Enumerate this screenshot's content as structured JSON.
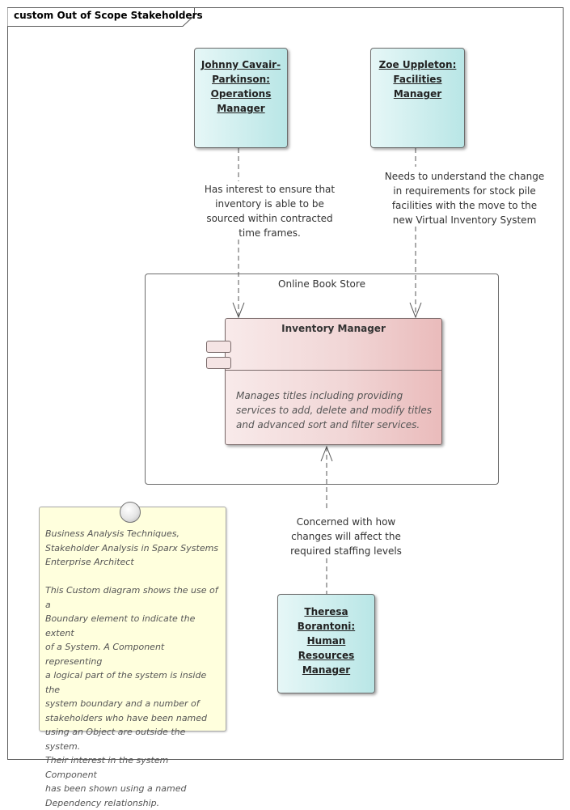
{
  "diagram": {
    "title": "custom Out of Scope Stakeholders"
  },
  "stakeholders": {
    "johnny": {
      "lines": [
        "Johnny Cavair-",
        "Parkinson:",
        "Operations",
        "Manager"
      ]
    },
    "zoe": {
      "lines": [
        "Zoe Uppleton:",
        "Facilities Manager"
      ]
    },
    "theresa": {
      "lines": [
        "Theresa",
        "Borantoni:",
        "Human Resources",
        "Manager"
      ]
    }
  },
  "relationships": {
    "johnny_label": "Has interest to ensure that\ninventory is able to be\nsourced within contracted\ntime frames.",
    "zoe_label": "Needs to understand the change\nin requirements for stock pile\nfacilities with the move to the\nnew Virtual Inventory System",
    "theresa_label": "Concerned with how\nchanges will affect the\nrequired staffing levels"
  },
  "boundary": {
    "title": "Online Book Store"
  },
  "component": {
    "title": "Inventory Manager",
    "notes": "Manages titles including providing services to add, delete and modify titles and advanced sort and filter services."
  },
  "note": {
    "text": "Business Analysis Techniques,\nStakeholder Analysis in Sparx Systems\nEnterprise Architect\n\nThis Custom diagram shows the use of a\nBoundary element to indicate the extent\nof a System. A Component representing\na logical part of the system is inside the\nsystem boundary and a number of\nstakeholders who have been named\nusing an Object are outside the system.\nTheir interest in the system Component\nhas been shown using a named\nDependency relationship."
  },
  "colors": {
    "actor_fill": "#b9e6e6",
    "component_fill": "#eabbbb",
    "note_fill": "#ffffdd"
  }
}
